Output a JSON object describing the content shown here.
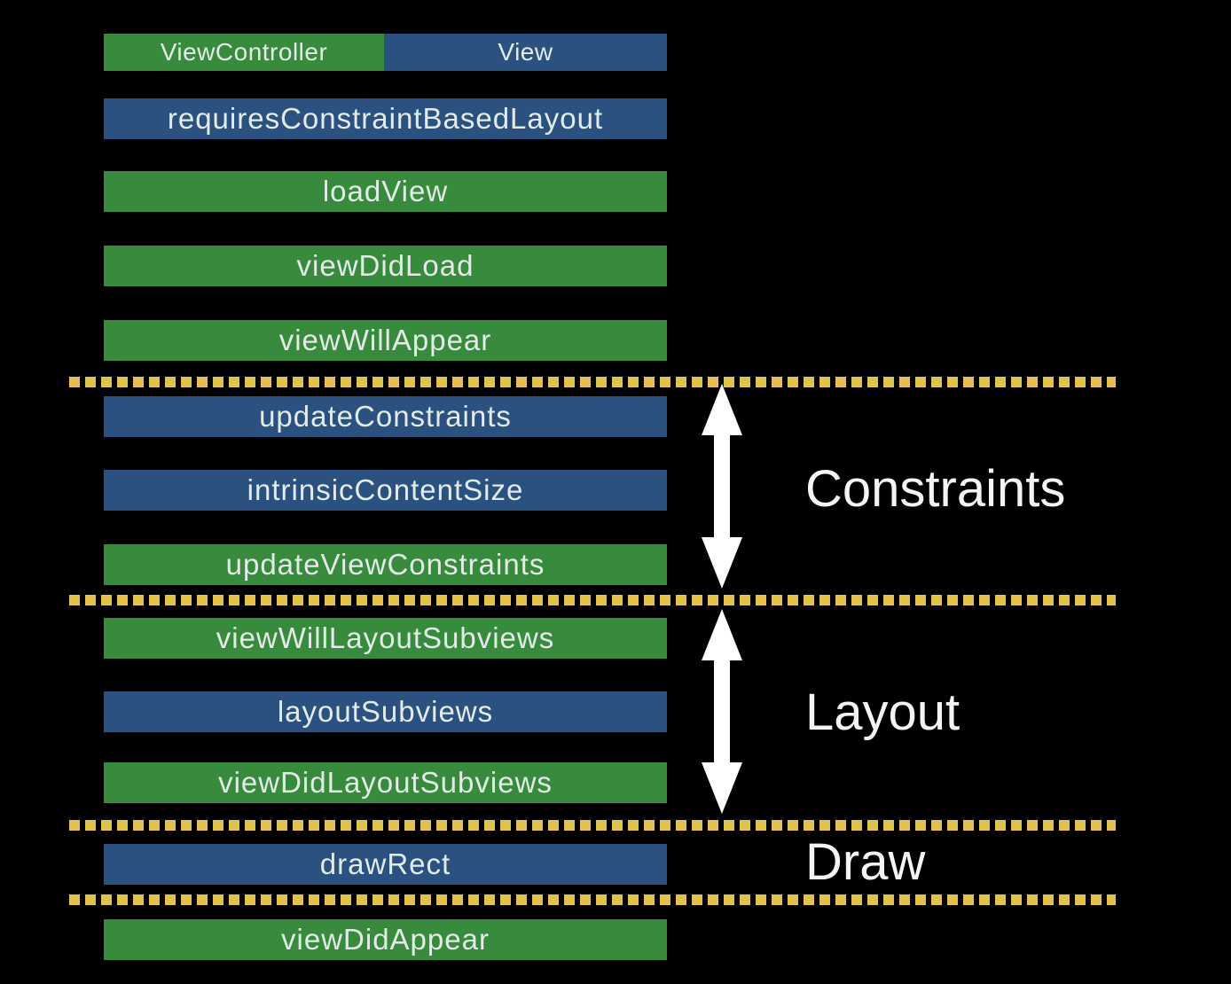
{
  "colors": {
    "background": "#000000",
    "viewcontroller": "#388b3d",
    "view": "#2b5181",
    "divider": "#e2c24f",
    "arrow": "#ffffff",
    "bar_text": "#e2ebe8",
    "section_text": "#f4f4f4"
  },
  "legend": {
    "items": [
      {
        "label": "ViewController",
        "owner": "viewcontroller"
      },
      {
        "label": "View",
        "owner": "view"
      }
    ]
  },
  "rows": [
    {
      "label": "requiresConstraintBasedLayout",
      "owner": "view"
    },
    {
      "label": "loadView",
      "owner": "viewcontroller"
    },
    {
      "label": "viewDidLoad",
      "owner": "viewcontroller"
    },
    {
      "label": "viewWillAppear",
      "owner": "viewcontroller"
    },
    {
      "label": "updateConstraints",
      "owner": "view"
    },
    {
      "label": "intrinsicContentSize",
      "owner": "view"
    },
    {
      "label": "updateViewConstraints",
      "owner": "viewcontroller"
    },
    {
      "label": "viewWillLayoutSubviews",
      "owner": "viewcontroller"
    },
    {
      "label": "layoutSubviews",
      "owner": "view"
    },
    {
      "label": "viewDidLayoutSubviews",
      "owner": "viewcontroller"
    },
    {
      "label": "drawRect",
      "owner": "view"
    },
    {
      "label": "viewDidAppear",
      "owner": "viewcontroller"
    }
  ],
  "sections": [
    {
      "label": "Constraints"
    },
    {
      "label": "Layout"
    },
    {
      "label": "Draw"
    }
  ]
}
